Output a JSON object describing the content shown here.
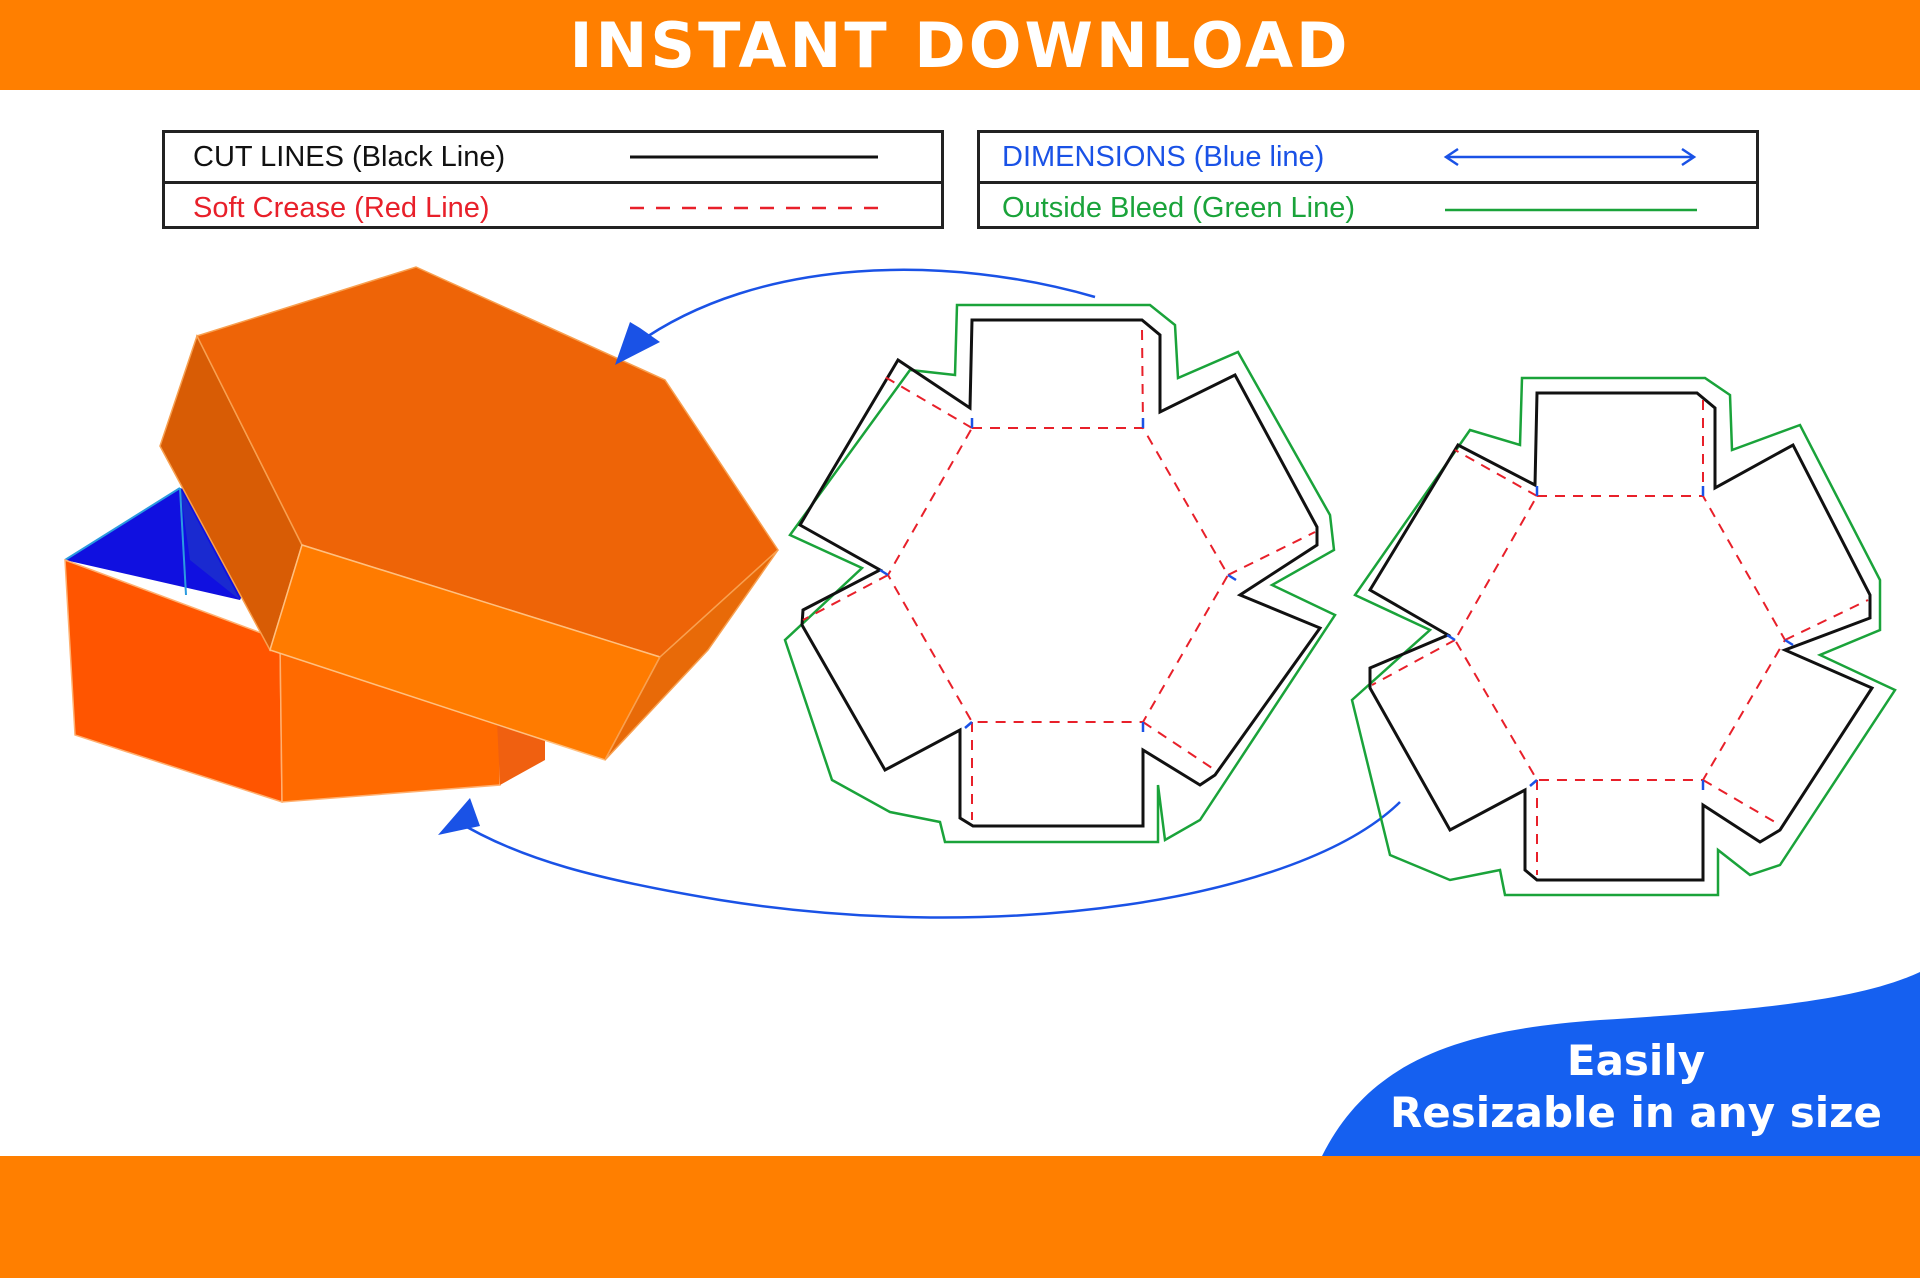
{
  "header": {
    "title": "INSTANT DOWNLOAD"
  },
  "legend": {
    "cut_lines": {
      "label": "CUT LINES (Black Line)",
      "color": "#111111"
    },
    "soft_crease": {
      "label": "Soft Crease (Red Line)",
      "color": "#e8202a"
    },
    "dimensions": {
      "label": "DIMENSIONS (Blue line)",
      "color": "#1a52e6"
    },
    "outside_bleed": {
      "label": "Outside Bleed (Green Line)",
      "color": "#1aa33a"
    }
  },
  "badge": {
    "line1": "Easily",
    "line2": "Resizable in any size",
    "color": "#1560f0"
  },
  "colors": {
    "brand_orange": "#ff7f00",
    "box_orange": "#ee6407",
    "inner_blue": "#1010e0"
  },
  "icons": [
    "hexagon-box-3d",
    "dieline-lid",
    "dieline-base",
    "curved-arrow-to-lid",
    "curved-arrow-to-base"
  ]
}
